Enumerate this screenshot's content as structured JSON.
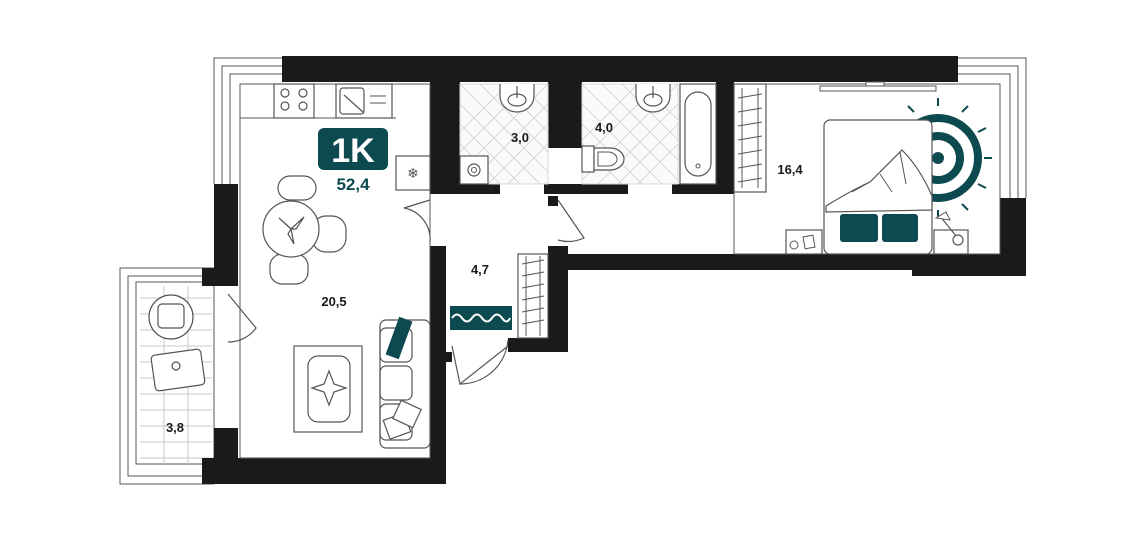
{
  "plan": {
    "type_label": "1K",
    "total_area": "52,4",
    "rooms": [
      {
        "id": "kitchen-living",
        "area": "20,5"
      },
      {
        "id": "bathroom-small",
        "area": "3,0"
      },
      {
        "id": "bathroom-large",
        "area": "4,0"
      },
      {
        "id": "bedroom",
        "area": "16,4"
      },
      {
        "id": "hallway",
        "area": "4,7"
      },
      {
        "id": "balcony",
        "area": "3,8"
      }
    ]
  },
  "colors": {
    "wall": "#1a1a1a",
    "accent": "#0d4a4f",
    "line": "#555555",
    "background": "#ffffff"
  },
  "icons": [
    "stove-icon",
    "sink-icon",
    "washbasin-icon",
    "toilet-icon",
    "bathtub-icon",
    "towel-radiator-icon",
    "bed-icon",
    "sofa-icon",
    "dining-table-icon",
    "rug-icon",
    "lamp-icon",
    "armchair-icon",
    "window-icon",
    "door-icon"
  ]
}
